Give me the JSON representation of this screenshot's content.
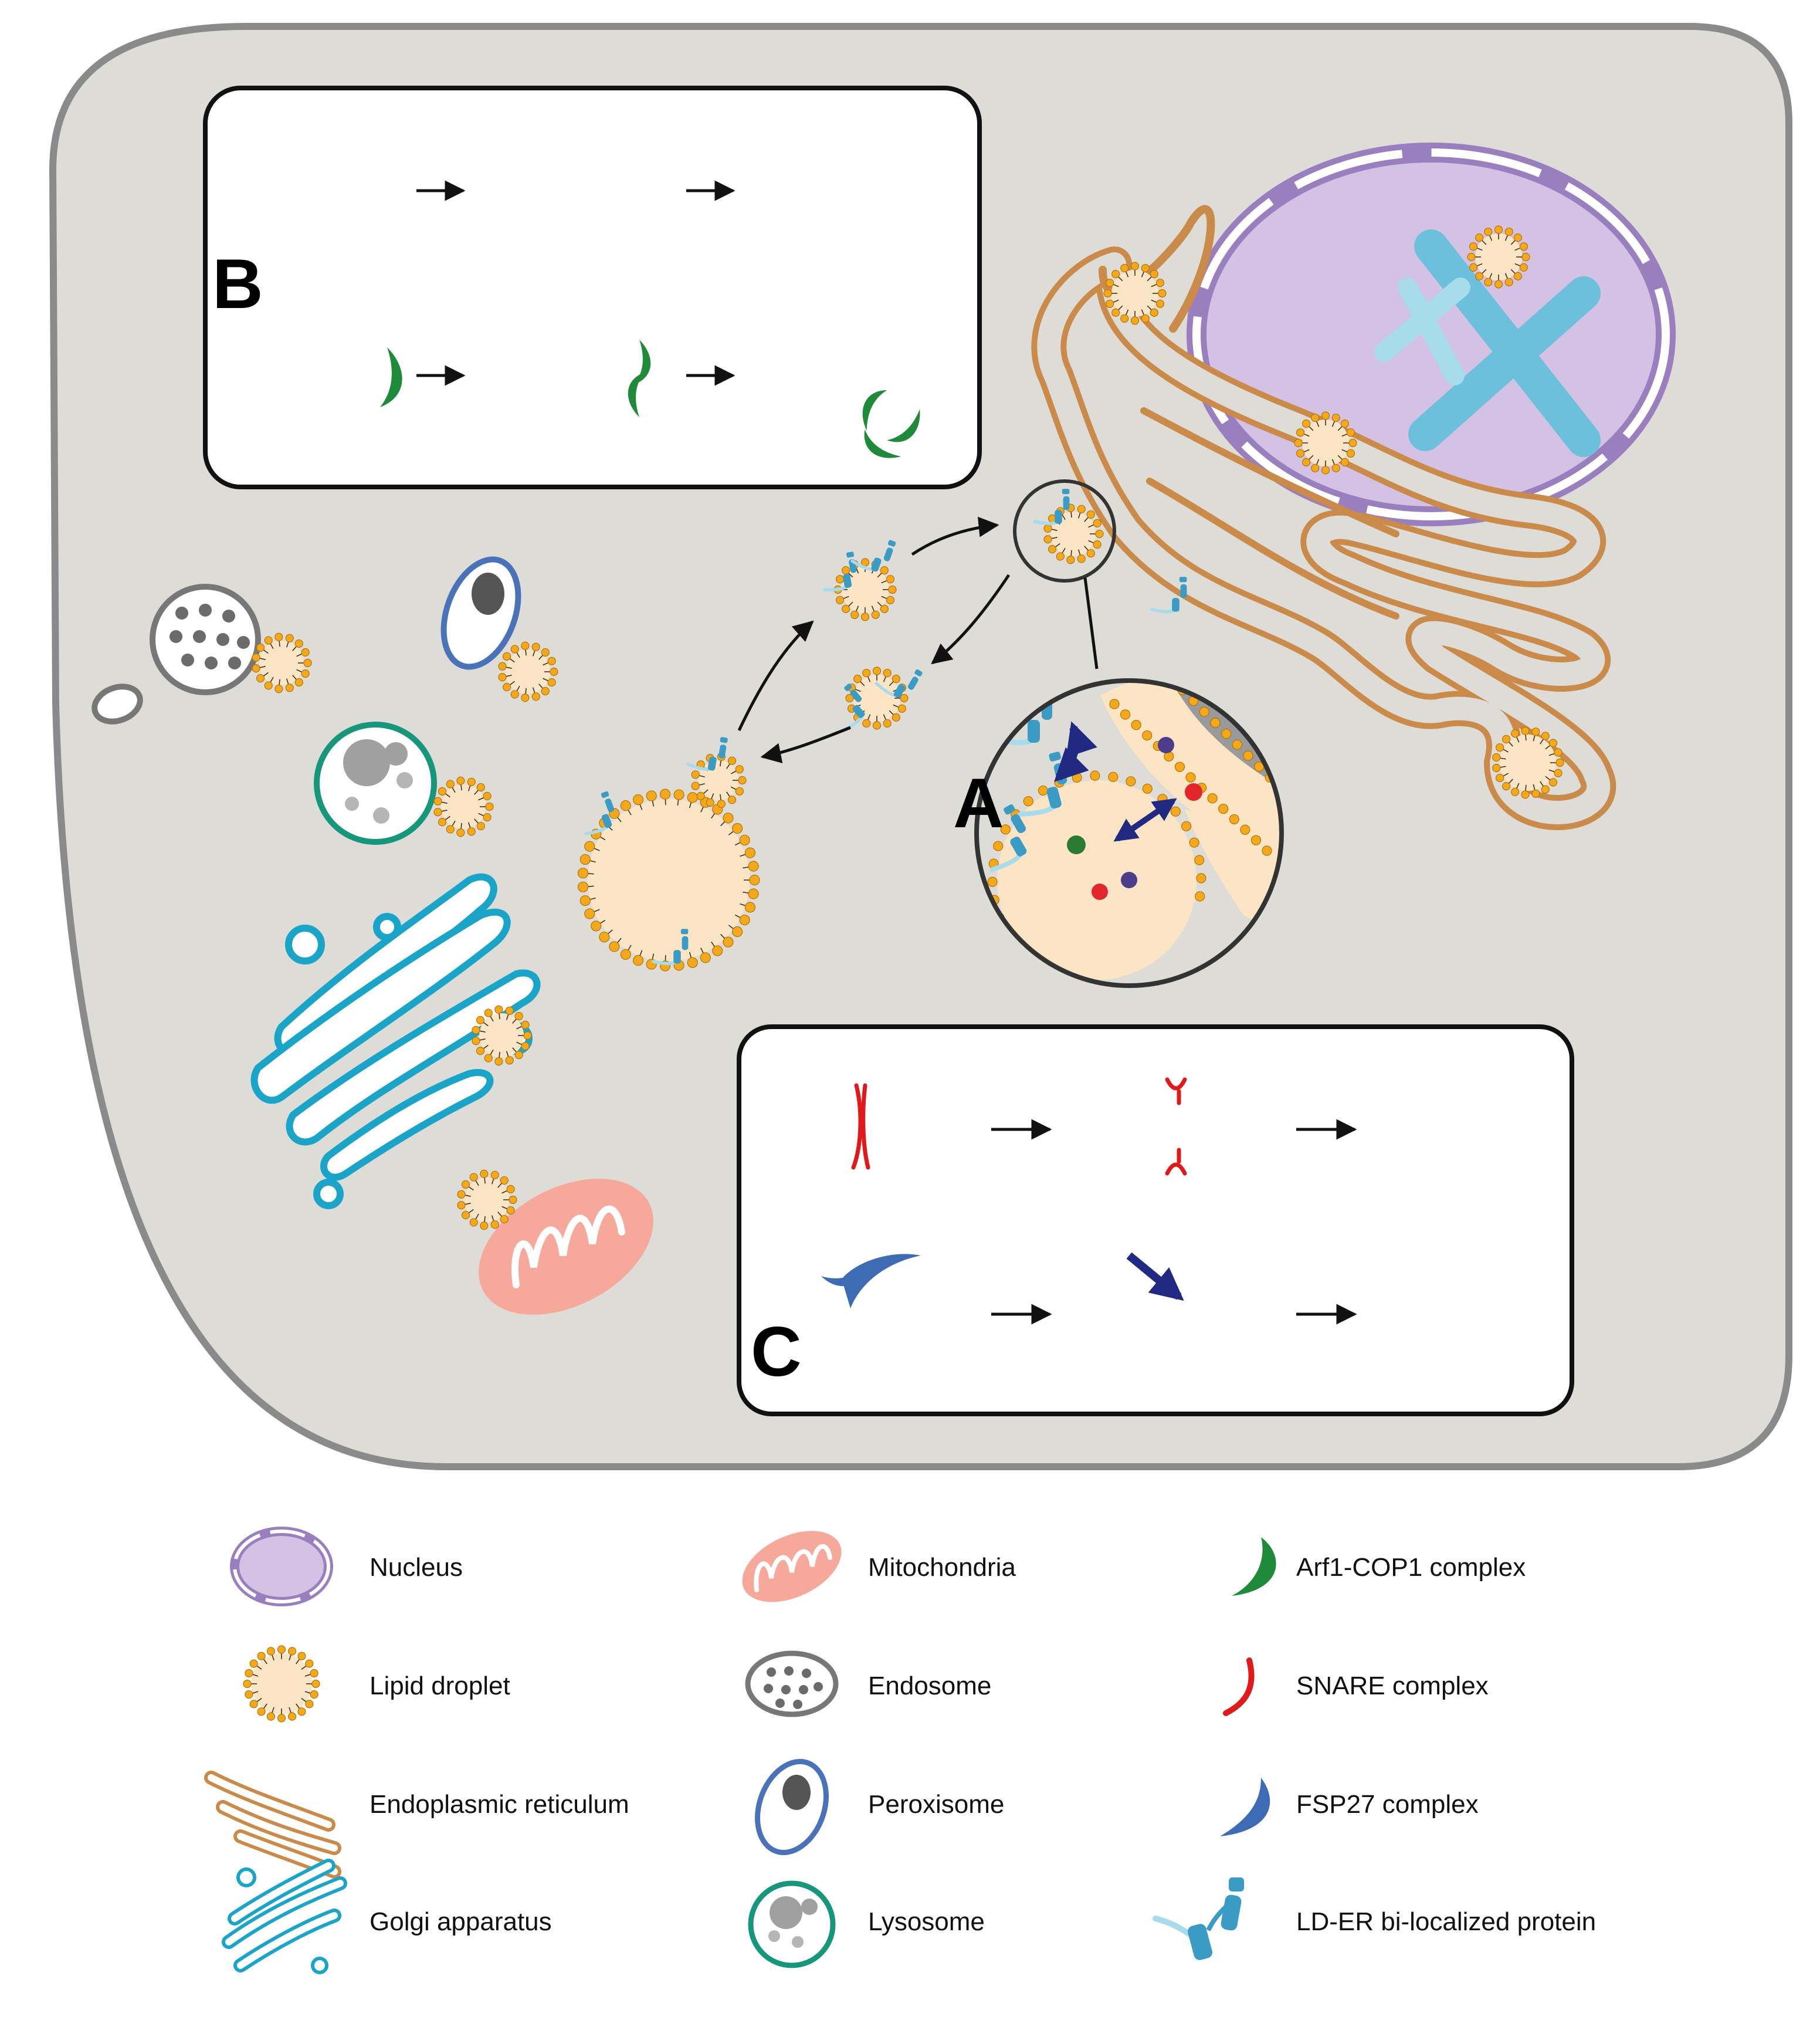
{
  "panels": {
    "a": "A",
    "b": "B",
    "c": "C"
  },
  "legend": [
    {
      "label": "Nucleus"
    },
    {
      "label": "Lipid droplet"
    },
    {
      "label": "Endoplasmic reticulum"
    },
    {
      "label": "Golgi apparatus"
    },
    {
      "label": "Mitochondria"
    },
    {
      "label": "Endosome"
    },
    {
      "label": "Peroxisome"
    },
    {
      "label": "Lysosome"
    },
    {
      "label": "Arf1-COP1 complex"
    },
    {
      "label": "SNARE complex"
    },
    {
      "label": "FSP27 complex"
    },
    {
      "label": "LD-ER bi-localized protein"
    }
  ],
  "colors": {
    "cell": "#dedcd6",
    "lipid_core": "#fbe5c4",
    "lipid_head": "#f4a81c",
    "er": "#c98a4a",
    "nucleus": "#d3c2e4",
    "nucleus_stroke": "#9a7fbf",
    "chromosome": "#6cc0dc",
    "golgi": "#1aa4c8",
    "mito": "#f6a89a",
    "lysosome": "#16967a",
    "peroxisome": "#4a72b8",
    "arf1": "#1f8a3a",
    "snare": "#e01a1a",
    "fsp27": "#3d6cb4",
    "ldp": "#3a9cc4",
    "arrow_dark": "#202a82"
  }
}
